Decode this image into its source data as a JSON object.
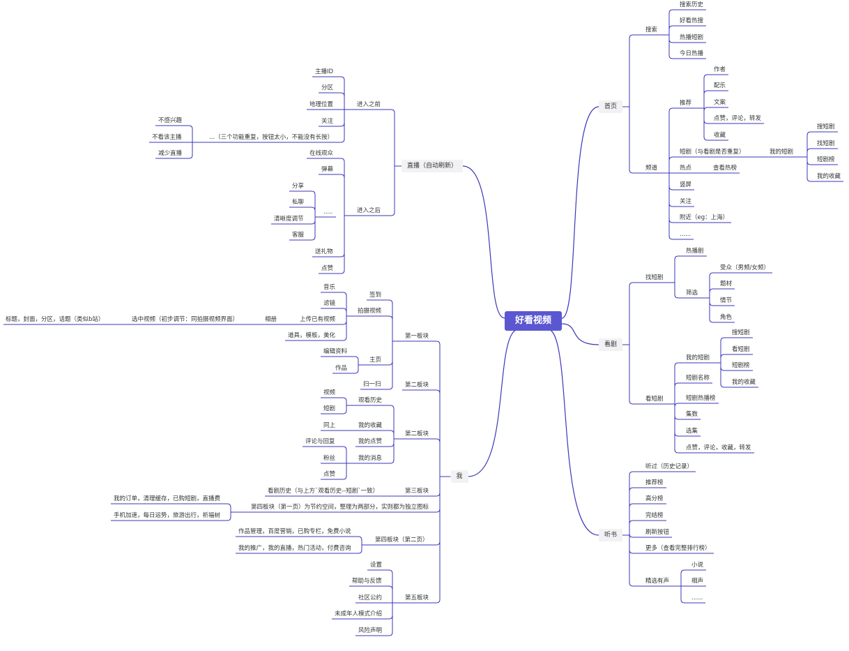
{
  "root": "好看视频",
  "colors": {
    "line": "#3a36b8",
    "root_bg": "#5b57d1",
    "main_bg": "#f2f2f5"
  },
  "right": {
    "home": {
      "label": "首页",
      "search": {
        "label": "搜索",
        "items": [
          "搜索历史",
          "好看热搜",
          "热播短剧",
          "今日热播"
        ]
      },
      "channel": {
        "label": "频道",
        "recommend": {
          "label": "推荐",
          "items": [
            "作者",
            "配乐",
            "文案",
            "点赞，评论，转发",
            "收藏"
          ]
        },
        "drama": {
          "label": "短剧（与看剧是否重复）",
          "mine": "我的短剧",
          "mine_items": [
            "搜短剧",
            "找短剧",
            "短剧榜",
            "我的收藏"
          ]
        },
        "hot": {
          "label": "热点",
          "child": "查看热榜"
        },
        "items": [
          "竖屏",
          "关注",
          "附近（eg：上海）",
          "......"
        ]
      }
    },
    "watch": {
      "label": "看剧",
      "find": {
        "label": "找短剧",
        "hot": "热播剧",
        "filter": "筛选",
        "filter_items": [
          "受众（男频/女频）",
          "题材",
          "情节",
          "角色"
        ]
      },
      "view": {
        "label": "看短剧",
        "my": "我的短剧",
        "my_items": [
          "搜短剧",
          "看短剧",
          "短剧榜",
          "我的收藏"
        ],
        "items": [
          "短剧名称",
          "短剧热播榜",
          "集数",
          "选集",
          "点赞，评论，收藏，转发"
        ]
      }
    },
    "listen": {
      "label": "听书",
      "items": [
        "听过（历史记录）",
        "推荐榜",
        "高分榜",
        "完结榜",
        "刷新按钮",
        "更多（查看完整排行榜）"
      ],
      "selected": {
        "label": "精选有声",
        "items": [
          "小说",
          "相声",
          "......"
        ]
      }
    }
  },
  "left": {
    "live": {
      "label": "直播（自动刷新）",
      "before": {
        "label": "进入之前",
        "items": [
          "主播ID",
          "分区",
          "地理位置",
          "关注"
        ],
        "extra": "...（三个功能重复，按钮太小，不能没有长按）",
        "extra_items": [
          "不感兴趣",
          "不看该主播",
          "减少直播"
        ]
      },
      "after": {
        "label": "进入之后",
        "items": [
          "在线观众",
          "弹幕"
        ],
        "more": ".....",
        "more_items": [
          "分享",
          "私聊",
          "清晰度调节",
          "客服"
        ],
        "tail": [
          "送礼物",
          "点赞"
        ]
      }
    },
    "me": {
      "label": "我",
      "b1": {
        "label": "第一板块",
        "sign": "签到",
        "shoot": {
          "label": "拍摄视频",
          "items": [
            "音乐",
            "滤镜"
          ],
          "upload": {
            "label": "上传已有视频",
            "album": "相册",
            "select": "选中视频（初步调节：同拍摄视频界面）",
            "title": "标题，封面，分区，话题（类似b站）"
          },
          "props": "道具，模板，美化"
        },
        "home": {
          "label": "主页",
          "items": [
            "编辑资料",
            "作品"
          ]
        },
        "scan": "扫一扫"
      },
      "b2a": "第二板块",
      "b2": {
        "label": "第二板块",
        "history": {
          "label": "观看历史",
          "items": [
            "视频",
            "短剧"
          ]
        },
        "collect": {
          "label": "我的收藏",
          "items": [
            "同上"
          ]
        },
        "like": {
          "label": "我的点赞"
        },
        "msg": {
          "label": "我的消息",
          "items": [
            "评论与回复",
            "粉丝",
            "点赞"
          ]
        }
      },
      "b3": {
        "label": "第三板块",
        "item": "看剧历史（与上方`观看历史--短剧`一致）"
      },
      "b4": {
        "label": "第四板块（第一页）为节约空间，整理为两部分，实则都为独立图标",
        "items": [
          "我的订单，清理缓存，已购短剧，直播费",
          "手机加速，每日运势，旅游出行，祈福树"
        ]
      },
      "b4b": {
        "label": "第四板块（第二页）",
        "items": [
          "作品管理，百度营销，已购专栏，免费小说",
          "我的推广，我的直播，热门活动，付费咨询"
        ]
      },
      "b5": {
        "label": "第五板块",
        "items": [
          "设置",
          "帮助与反馈",
          "社区公约",
          "未成年人模式介绍",
          "风险声明"
        ]
      }
    }
  }
}
